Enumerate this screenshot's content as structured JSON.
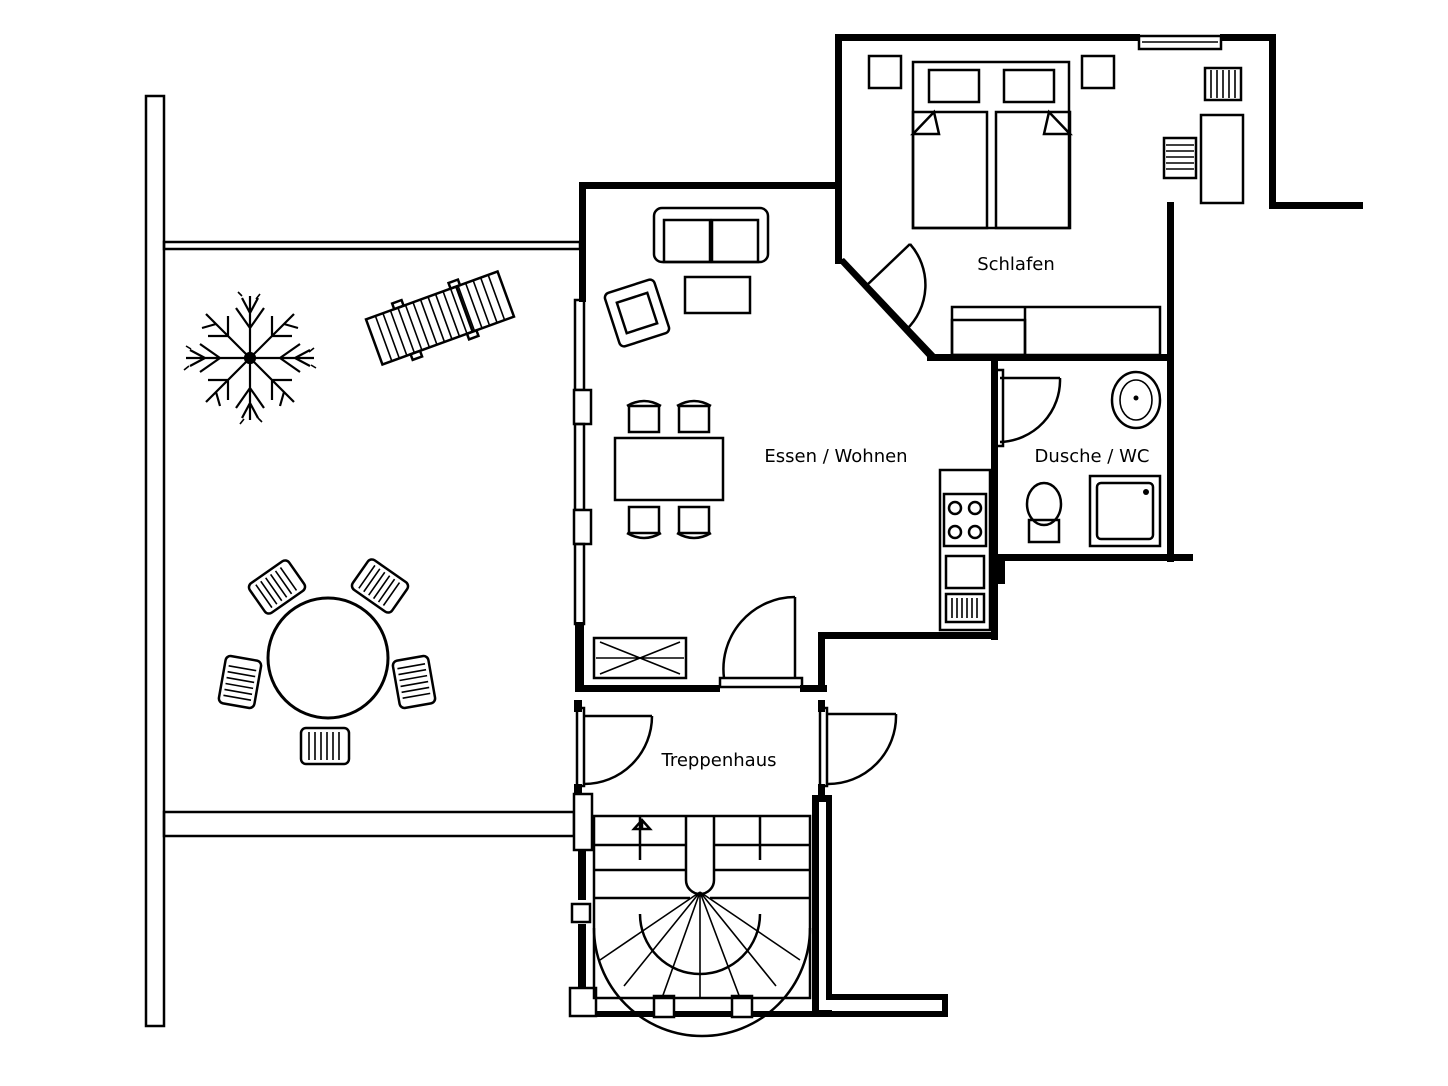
{
  "rooms": {
    "schlafen": "Schlafen",
    "essen_wohnen": "Essen / Wohnen",
    "dusche_wc": "Dusche / WC",
    "treppenhaus": "Treppenhaus"
  },
  "colors": {
    "line": "#000000",
    "background": "#ffffff"
  }
}
